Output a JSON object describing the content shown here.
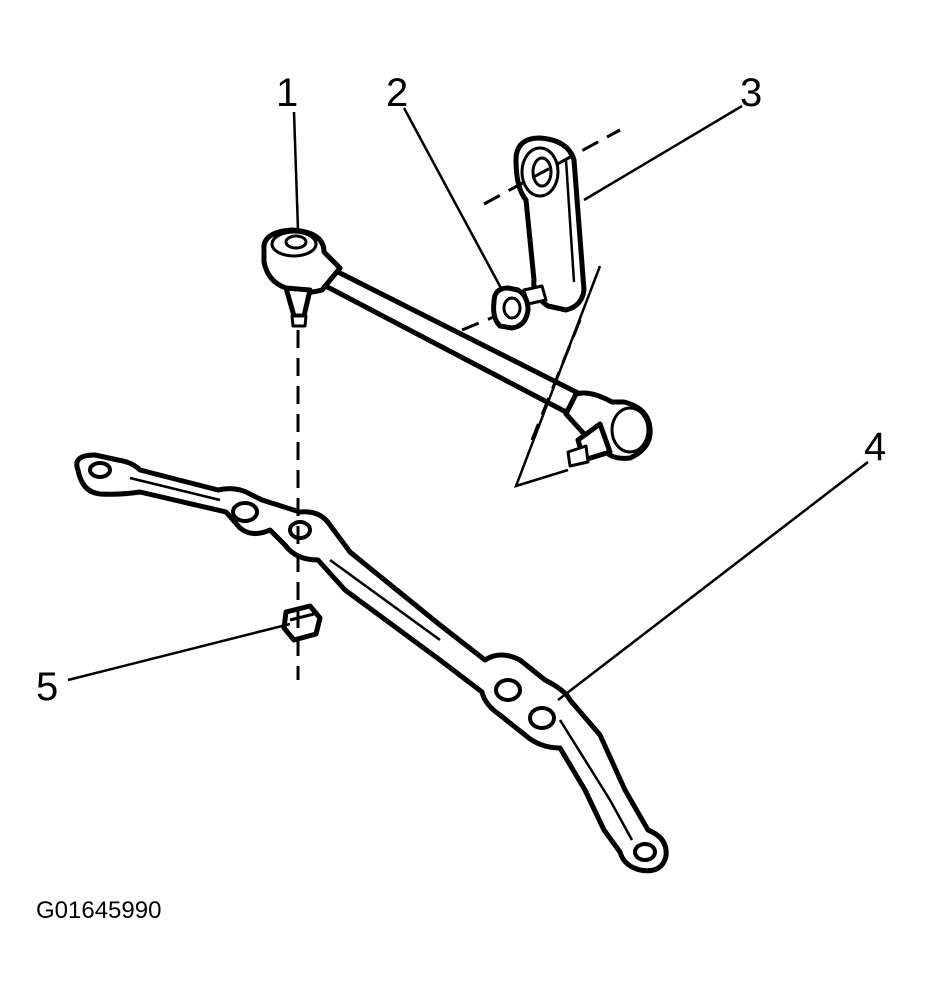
{
  "diagram": {
    "callouts": [
      {
        "id": "1",
        "label": "1"
      },
      {
        "id": "2",
        "label": "2"
      },
      {
        "id": "3",
        "label": "3"
      },
      {
        "id": "4",
        "label": "4"
      },
      {
        "id": "5",
        "label": "5"
      }
    ],
    "figure_id": "G01645990"
  }
}
